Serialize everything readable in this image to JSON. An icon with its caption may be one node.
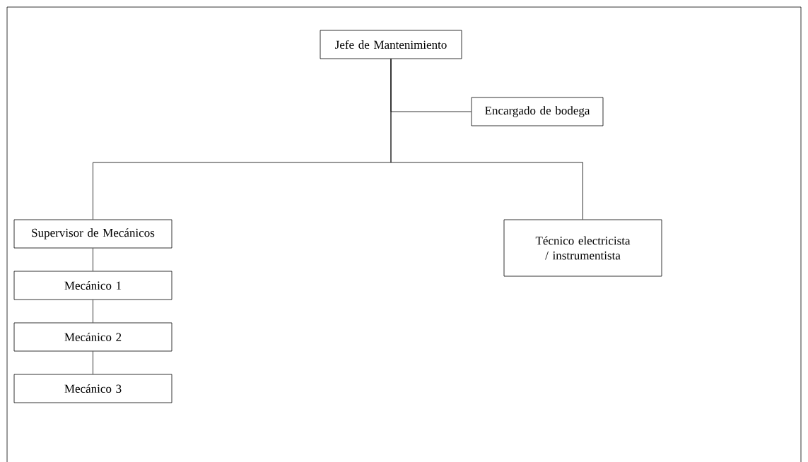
{
  "diagram": {
    "nodes": [
      {
        "text": [
          "Jefe de Mantenimiento"
        ]
      },
      {
        "text": [
          "Encargado de bodega"
        ]
      },
      {
        "text": [
          "Supervisor de Mecánicos"
        ]
      },
      {
        "text": [
          "Técnico electricista / instrumentista"
        ]
      },
      {
        "text": [
          "Mecánico 1"
        ]
      },
      {
        "text": [
          "Mecánico 2"
        ]
      },
      {
        "text": [
          "Mecánico 3"
        ]
      }
    ],
    "edges": [
      {
        "from": 0,
        "to": 1,
        "arrow": "none"
      },
      {
        "from": 0,
        "to": 2,
        "arrow": "none"
      },
      {
        "from": 0,
        "to": 3,
        "arrow": "none"
      },
      {
        "from": 2,
        "to": 4,
        "arrow": "none"
      },
      {
        "from": 4,
        "to": 5,
        "arrow": "none"
      },
      {
        "from": 5,
        "to": 6,
        "arrow": "none"
      }
    ]
  }
}
